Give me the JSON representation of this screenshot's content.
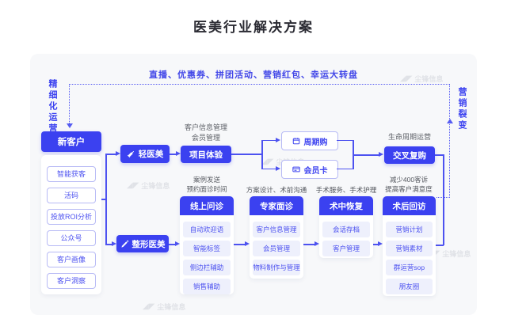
{
  "title": "医美行业解决方案",
  "promo_banner": "直播、优惠券、拼团活动、营销红包、幸运大转盘",
  "side_labels": {
    "left": "精细化运营",
    "right": "营销裂变"
  },
  "watermark": "尘锋信息",
  "colors": {
    "primary": "#3b41f0",
    "line": "#4d52f0",
    "panel_bg": "#f7f8fa",
    "pill_bg": "#eef0fc",
    "box_border": "#b7baf5",
    "promo_text": "#4348e8"
  },
  "new_customer": {
    "header": "新客户",
    "items": [
      "智能获客",
      "活码",
      "投放ROI分析",
      "公众号",
      "客户画像",
      "客户洞察"
    ]
  },
  "light_branch": {
    "button": "轻医美",
    "notes": [
      "客户信息管理",
      "会员管理"
    ],
    "experience": "项目体验",
    "options": [
      {
        "label": "周期购",
        "icon": "calendar-icon"
      },
      {
        "label": "会员卡",
        "icon": "membership-card-icon"
      }
    ],
    "lifecycle_note": "生命周期运营",
    "cross_repurchase": "交叉复购"
  },
  "plastic_branch": {
    "button": "整形医美",
    "columns": [
      {
        "notes": [
          "案例发送",
          "预约面诊时间"
        ],
        "header": "线上问诊",
        "items": [
          "自动欢迎语",
          "智能标签",
          "侧边栏辅助",
          "销售辅助"
        ]
      },
      {
        "notes": [
          "方案设计、术前沟通"
        ],
        "header": "专家面诊",
        "items": [
          "客户信息管理",
          "会员管理",
          "物料制作与管理"
        ]
      },
      {
        "notes": [
          "手术服务、手术护理"
        ],
        "header": "术中恢复",
        "items": [
          "会话存档",
          "客户管理"
        ]
      },
      {
        "notes": [
          "减少400客诉",
          "提高客户满意度"
        ],
        "header": "术后回访",
        "items": [
          "营销计划",
          "营销素材",
          "群运营sop",
          "朋友圈"
        ]
      }
    ]
  }
}
